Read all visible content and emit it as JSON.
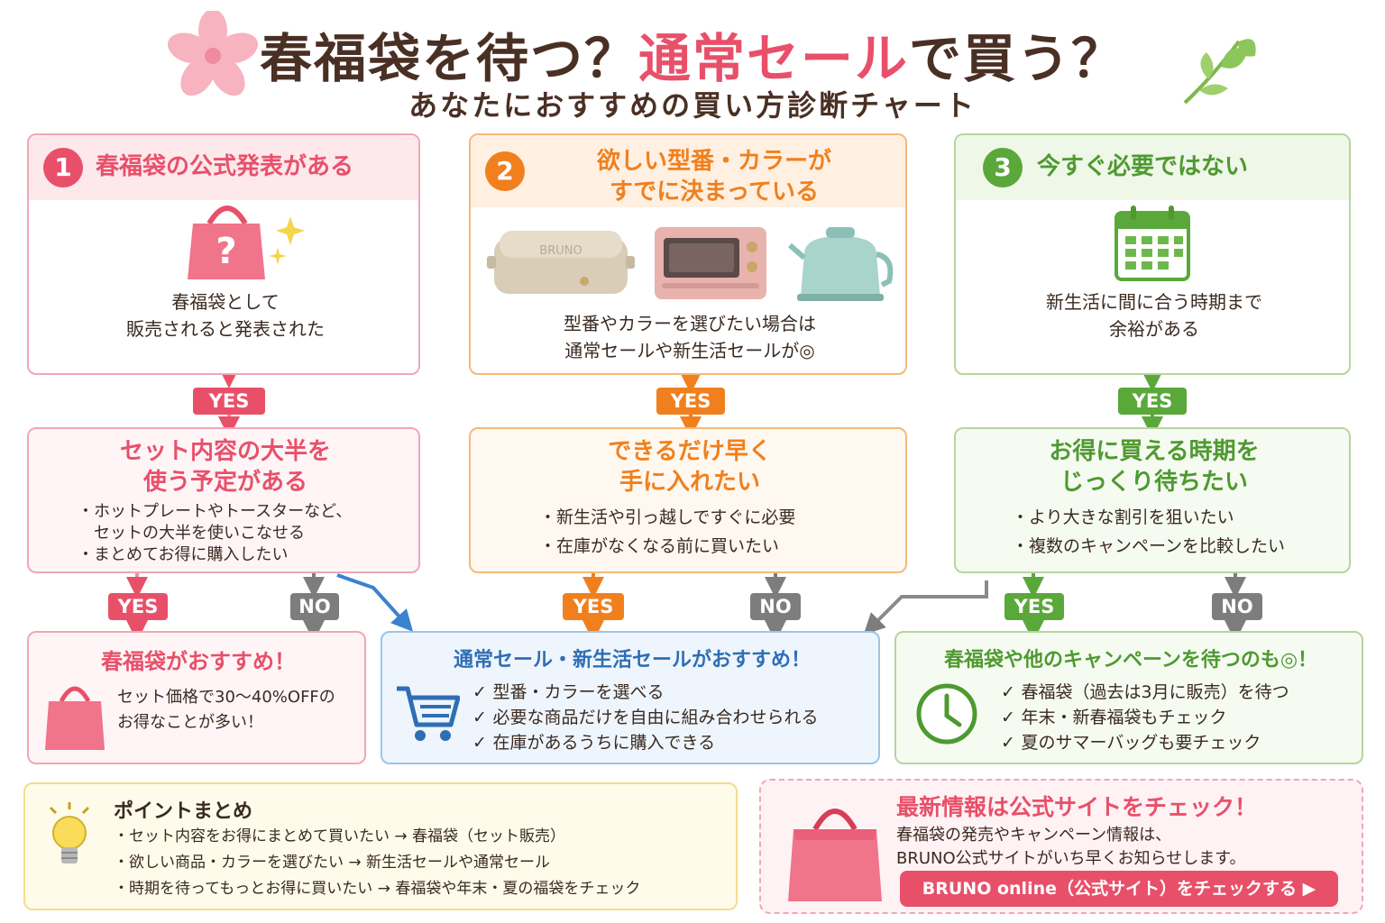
{
  "title": {
    "part1": "春福袋を待つ？",
    "highlight": "通常セール",
    "part2": "で買う？"
  },
  "subtitle": "あなたにおすすめの買い方診断チャート",
  "columns": [
    {
      "number": "1",
      "heading": "春福袋の公式発表がある",
      "icon": "gift-bag-question-icon",
      "description": [
        "春福袋として",
        "販売されると発表された"
      ],
      "yes_label": "YES",
      "mid_title": [
        "セット内容の大半を",
        "使う予定がある"
      ],
      "mid_list": [
        "・ホットプレートやトースターなど、",
        "　セットの大半を使いこなせる",
        "・まとめてお得に購入したい"
      ],
      "branch_yes": "YES",
      "branch_no": "NO"
    },
    {
      "number": "2",
      "heading": [
        "欲しい型番・カラーが",
        "すでに決まっている"
      ],
      "icon": "appliances-icon",
      "product_label": "BRUNO",
      "description": [
        "型番やカラーを選びたい場合は",
        "通常セールや新生活セールが◎"
      ],
      "yes_label": "YES",
      "mid_title": [
        "できるだけ早く",
        "手に入れたい"
      ],
      "mid_list": [
        "・新生活や引っ越しですぐに必要",
        "・在庫がなくなる前に買いたい"
      ],
      "branch_yes": "YES",
      "branch_no": "NO"
    },
    {
      "number": "3",
      "heading": "今すぐ必要ではない",
      "icon": "calendar-icon",
      "description": [
        "新生活に間に合う時期まで",
        "余裕がある"
      ],
      "yes_label": "YES",
      "mid_title": [
        "お得に買える時期を",
        "じっくり待ちたい"
      ],
      "mid_list": [
        "・より大きな割引を狙いたい",
        "・複数のキャンペーンを比較したい"
      ],
      "branch_yes": "YES",
      "branch_no": "NO"
    }
  ],
  "results": {
    "fukubukuro": {
      "title": "春福袋がおすすめ！",
      "text": [
        "セット価格で30〜40%OFFの",
        "お得なことが多い！"
      ]
    },
    "sale": {
      "title": "通常セール・新生活セールがおすすめ！",
      "checks": [
        "型番・カラーを選べる",
        "必要な商品だけを自由に組み合わせられる",
        "在庫があるうちに購入できる"
      ]
    },
    "wait": {
      "title": "春福袋や他のキャンペーンを待つのも◎！",
      "checks": [
        "春福袋（過去は3月に販売）を待つ",
        "年末・新春福袋もチェック",
        "夏のサマーバッグも要チェック"
      ]
    }
  },
  "points": {
    "title": "ポイントまとめ",
    "items": [
      "・セット内容をお得にまとめて買いたい → 春福袋（セット販売）",
      "・欲しい商品・カラーを選びたい → 新生活セールや通常セール",
      "・時期を待ってもっとお得に買いたい → 春福袋や年末・夏の福袋をチェック"
    ]
  },
  "news": {
    "title": "最新情報は公式サイトをチェック！",
    "text": [
      "春福袋の発売やキャンペーン情報は、",
      "BRUNO公式サイトがいち早くお知らせします。"
    ],
    "button": "BRUNO online（公式サイト）をチェックする ▶"
  },
  "colors": {
    "pink": "#e8506a",
    "orange": "#f0801e",
    "green": "#5aa83a",
    "blue": "#2f6eb4",
    "gray": "#7d7d7d",
    "brown": "#4a3024"
  }
}
